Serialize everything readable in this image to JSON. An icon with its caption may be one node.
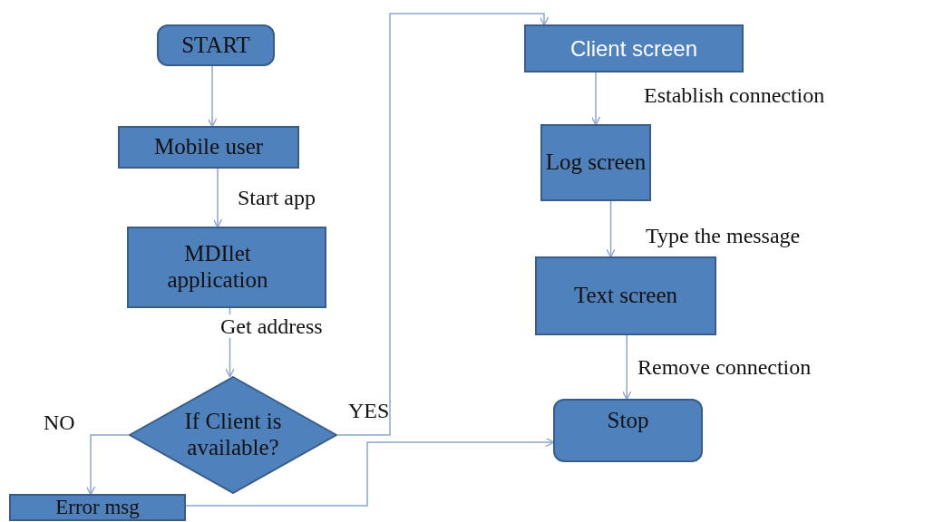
{
  "diagram": {
    "nodes": [
      {
        "text": [
          "START"
        ]
      },
      {
        "text": [
          "Mobile user"
        ]
      },
      {
        "text": [
          "MDIlet application"
        ]
      },
      {
        "text": [
          "If Client is available?"
        ]
      },
      {
        "text": [
          "Error msg"
        ]
      },
      {
        "text": [
          "Client screen"
        ]
      },
      {
        "text": [
          "Log screen"
        ]
      },
      {
        "text": [
          "Text screen"
        ]
      },
      {
        "text": [
          "Stop"
        ]
      }
    ],
    "edges": [
      {
        "from": 0,
        "to": 1,
        "arrow": "to"
      },
      {
        "from": 1,
        "to": 2,
        "arrow": "to",
        "label": "Start app"
      },
      {
        "from": 2,
        "to": 3,
        "arrow": "to",
        "label": "Get address"
      },
      {
        "from": 3,
        "to": 4,
        "arrow": "to",
        "label": "NO"
      },
      {
        "from": 3,
        "to": 5,
        "arrow": "to",
        "label": "YES"
      },
      {
        "from": 4,
        "to": 8,
        "arrow": "to"
      },
      {
        "from": 5,
        "to": 6,
        "arrow": "to",
        "label": "Establish connection"
      },
      {
        "from": 6,
        "to": 7,
        "arrow": "to",
        "label": "Type the message"
      },
      {
        "from": 7,
        "to": 8,
        "arrow": "to",
        "label": "Remove connection"
      }
    ]
  }
}
